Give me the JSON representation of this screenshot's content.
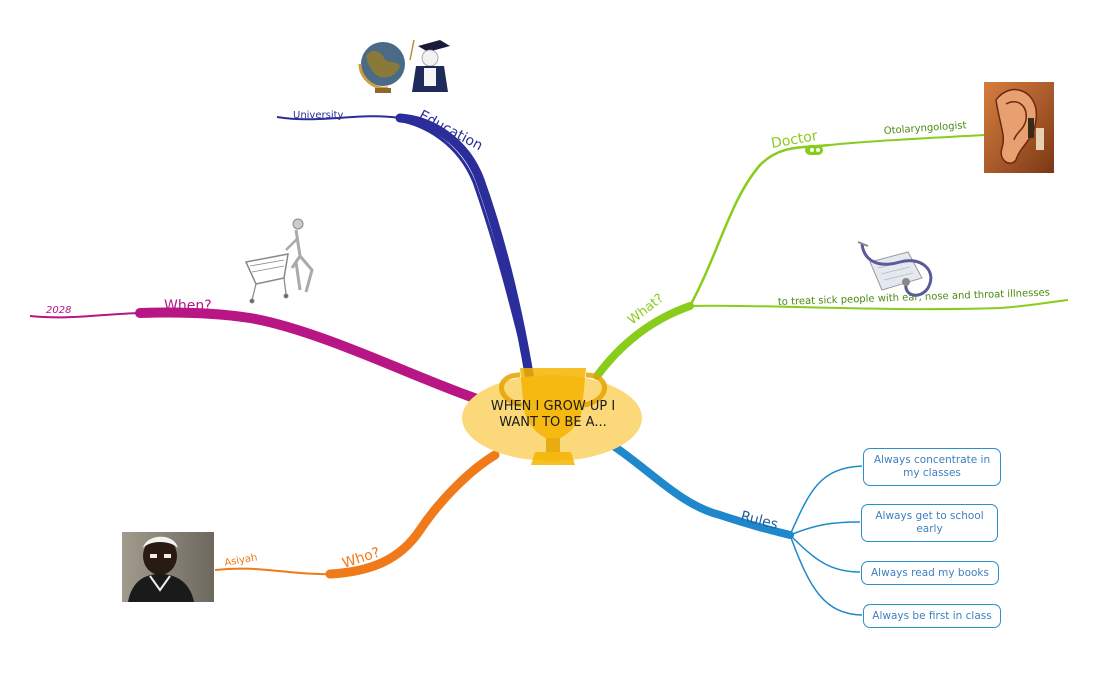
{
  "central": {
    "title": "WHEN I GROW UP I WANT TO BE A..."
  },
  "branches": {
    "education": {
      "label": "Education",
      "child": "University",
      "color": "#2b2d9a"
    },
    "when": {
      "label": "When?",
      "child": "2028",
      "color": "#b81585"
    },
    "who": {
      "label": "Who?",
      "child": "Asiyah",
      "color": "#f07a1a"
    },
    "what": {
      "label": "What?",
      "color": "#8acc1c",
      "doctor": "Doctor",
      "doctor_child": "Otolaryngologist",
      "treat": "to treat sick people with ear, nose and throat illnesses"
    },
    "rules": {
      "label": "Rules",
      "color": "#1f88cc",
      "items": [
        "Always concentrate in my classes",
        "Always get to school early",
        "Always read my books",
        "Always be first in class"
      ]
    }
  },
  "icons": {
    "education_image": "globe-and-graduate-icon",
    "when_image": "robot-with-cart-icon",
    "doctor_image": "ear-illustration-icon",
    "treat_image": "stethoscope-clipboard-icon",
    "who_image": "person-photo-icon",
    "doctor_note": "note-badge-icon"
  }
}
